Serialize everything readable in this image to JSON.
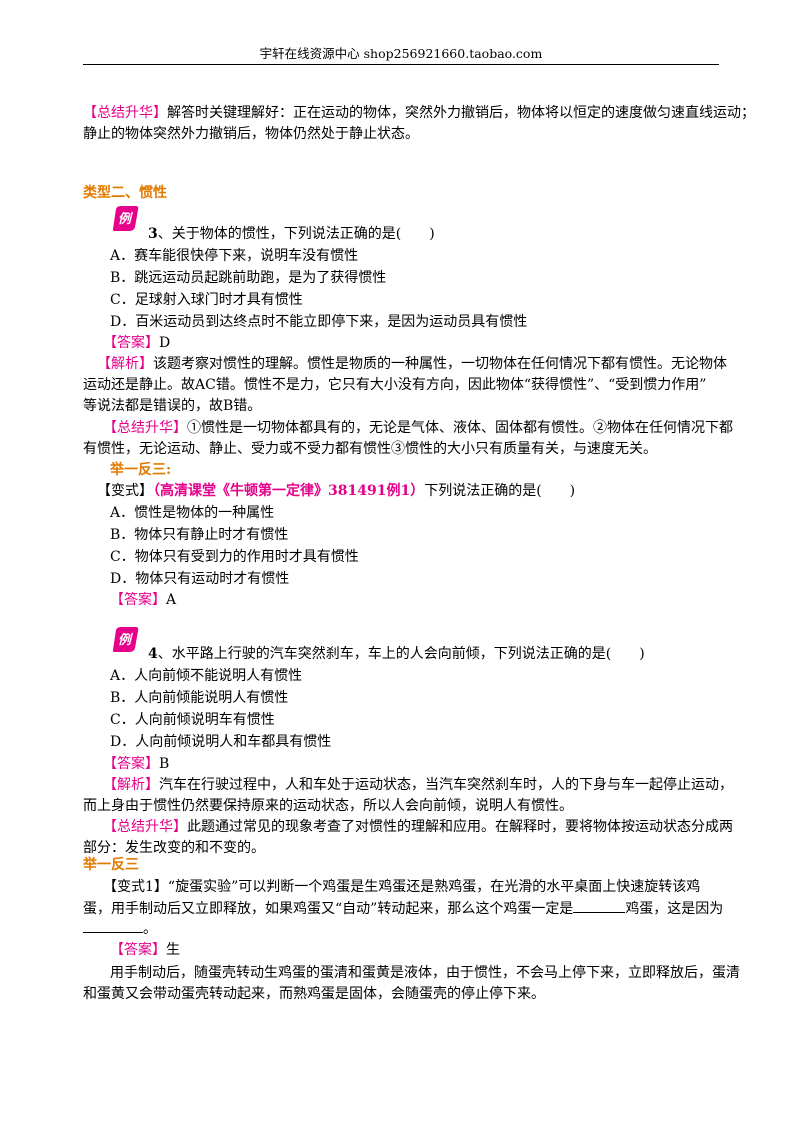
{
  "header": {
    "text": "宇轩在线资源中心   shop256921660.taobao.com"
  },
  "intro": {
    "tag": "【总结升华】",
    "line1": "解答时关键理解好：正在运动的物体，突然外力撤销后，物体将以恒定的速度做匀速直线运动；",
    "line2": "静止的物体突然外力撤销后，物体仍然处于静止状态。"
  },
  "section_title": "类型二、惯性",
  "badge_char": "例",
  "ex3": {
    "number": "3",
    "question": "、关于物体的惯性，下列说法正确的是(　　)",
    "options": [
      "A．赛车能很快停下来，说明车没有惯性",
      "B．跳远运动员起跳前助跑，是为了获得惯性",
      "C．足球射入球门时才具有惯性",
      "D．百米运动员到达终点时不能立即停下来，是因为运动员具有惯性"
    ],
    "answer_tag": "【答案】",
    "answer": "D",
    "analysis_tag": "【解析】",
    "analysis": [
      "该题考察对惯性的理解。惯性是物质的一种属性，一切物体在任何情况下都有惯性。无论物体",
      "运动还是静止。故AC错。惯性不是力，它只有大小没有方向，因此物体“获得惯性”、“受到惯力作用”",
      "等说法都是错误的，故B错。"
    ],
    "summary_tag": "【总结升华】",
    "summary": [
      "①惯性是一切物体都具有的，无论是气体、液体、固体都有惯性。②物体在任何情况下都",
      "有惯性，无论运动、静止、受力或不受力都有惯性③惯性的大小只有质量有关，与速度无关。"
    ]
  },
  "drill3": {
    "title": "举一反三:",
    "variant_prefix": "【变式】",
    "variant_source": "（高清课堂《牛顿第一定律》381491例1）",
    "variant_question": "下列说法正确的是(　　)",
    "options": [
      "A．惯性是物体的一种属性",
      "B．物体只有静止时才有惯性",
      "C．物体只有受到力的作用时才具有惯性",
      "D．物体只有运动时才有惯性"
    ],
    "answer_tag": "【答案】",
    "answer": "A"
  },
  "ex4": {
    "number": "4",
    "question": "、水平路上行驶的汽车突然刹车，车上的人会向前倾，下列说法正确的是(　　)",
    "options": [
      "A．人向前倾不能说明人有惯性",
      "B．人向前倾能说明人有惯性",
      "C．人向前倾说明车有惯性",
      "D．人向前倾说明人和车都具有惯性"
    ],
    "answer_tag": "【答案】",
    "answer": "B",
    "analysis_tag": "【解析】",
    "analysis": [
      "汽车在行驶过程中，人和车处于运动状态，当汽车突然刹车时，人的下身与车一起停止运动，",
      "而上身由于惯性仍然要保持原来的运动状态，所以人会向前倾，说明人有惯性。"
    ],
    "summary_tag": "【总结升华】",
    "summary": [
      "此题通过常见的现象考查了对惯性的理解和应用。在解释时，要将物体按运动状态分成两",
      "部分：发生改变的和不变的。"
    ]
  },
  "drill4": {
    "title": "举一反三",
    "variant_line1": "【变式1】“旋蛋实验”可以判断一个鸡蛋是生鸡蛋还是熟鸡蛋，在光滑的水平桌面上快速旋转该鸡",
    "variant_line2a": "蛋，用手制动后又立即释放，如果鸡蛋又“自动”转动起来，那么这个鸡蛋一定是",
    "variant_line2b": "鸡蛋，这是因为",
    "variant_line3_end": "。",
    "answer_tag": "【答案】",
    "answer": "生",
    "explanation": [
      "用手制动后，随蛋壳转动生鸡蛋的蛋清和蛋黄是液体，由于惯性，不会马上停下来，立即释放后，蛋清",
      "和蛋黄又会带动蛋壳转动起来，而熟鸡蛋是固体，会随蛋壳的停止停下来。"
    ]
  },
  "colors": {
    "tag": "#e6008a",
    "title": "#e07a00",
    "badge": "#e6008a"
  }
}
